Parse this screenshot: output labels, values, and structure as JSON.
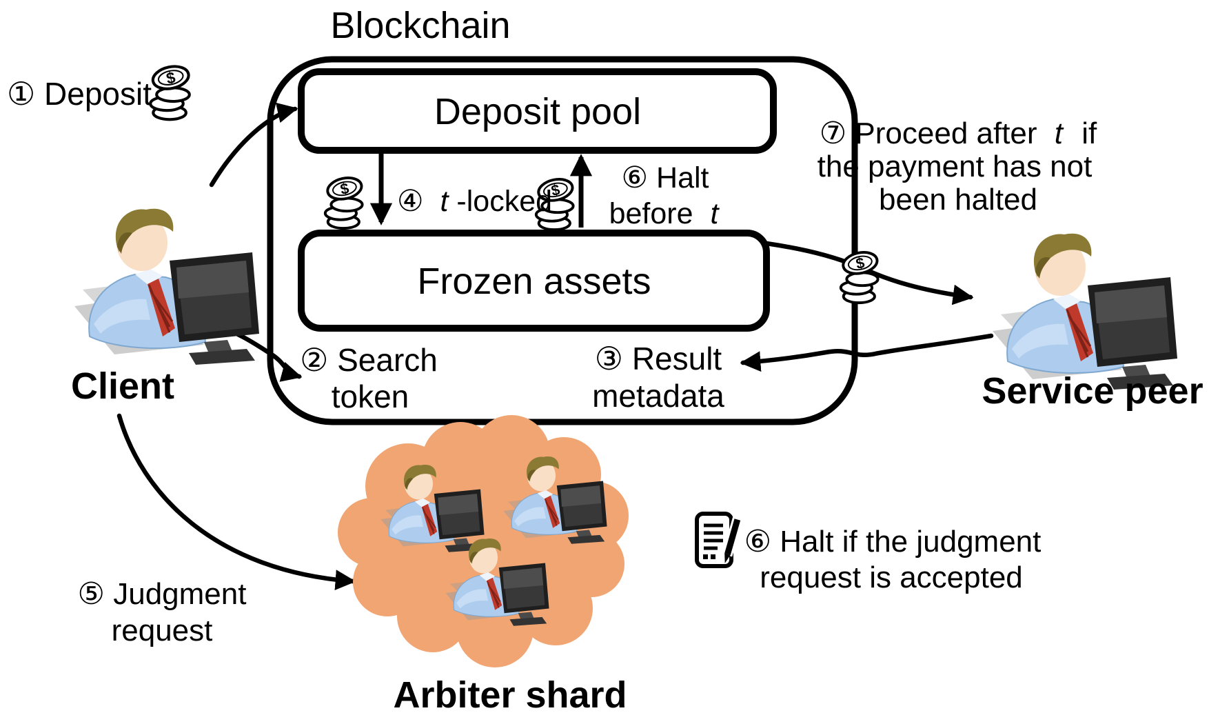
{
  "title": "Blockchain",
  "boxes": {
    "deposit_pool": "Deposit pool",
    "frozen_assets": "Frozen assets"
  },
  "actors": {
    "client": "Client",
    "service_peer": "Service peer",
    "arbiter_shard": "Arbiter shard"
  },
  "steps": {
    "deposit": {
      "label": "① Deposit"
    },
    "search_token": {
      "line1": "② Search",
      "line2": "token"
    },
    "result_metadata": {
      "line1": "③ Result",
      "line2": "metadata"
    },
    "t_locked": {
      "prefix": "④",
      "t": "t",
      "suffix": "-locked"
    },
    "judgment_request": {
      "line1": "⑤ Judgment",
      "line2": "request"
    },
    "halt_before": {
      "line1": "⑥ Halt",
      "line2_prefix": "before",
      "t": "t"
    },
    "halt_if": {
      "line1": "⑥ Halt if the judgment",
      "line2": "request is accepted"
    },
    "proceed": {
      "line1_prefix": "⑦ Proceed after",
      "t": "t",
      "line1_suffix": "if",
      "line2": "the payment has not",
      "line3": "been halted"
    }
  },
  "icons": {
    "coin_dollar": "$",
    "coin_stack": "coin-stack-icon",
    "judgment_document": "judgment-document-icon"
  },
  "colors": {
    "outline": "#000000",
    "cloud": "#F0A572",
    "shirt": "#AECDEE",
    "tie": "#BF3A2B",
    "hair": "#8A7A33",
    "skin": "#F8DFC6",
    "monitor": "#1F1F1F",
    "shadow": "#9C9C9C"
  }
}
